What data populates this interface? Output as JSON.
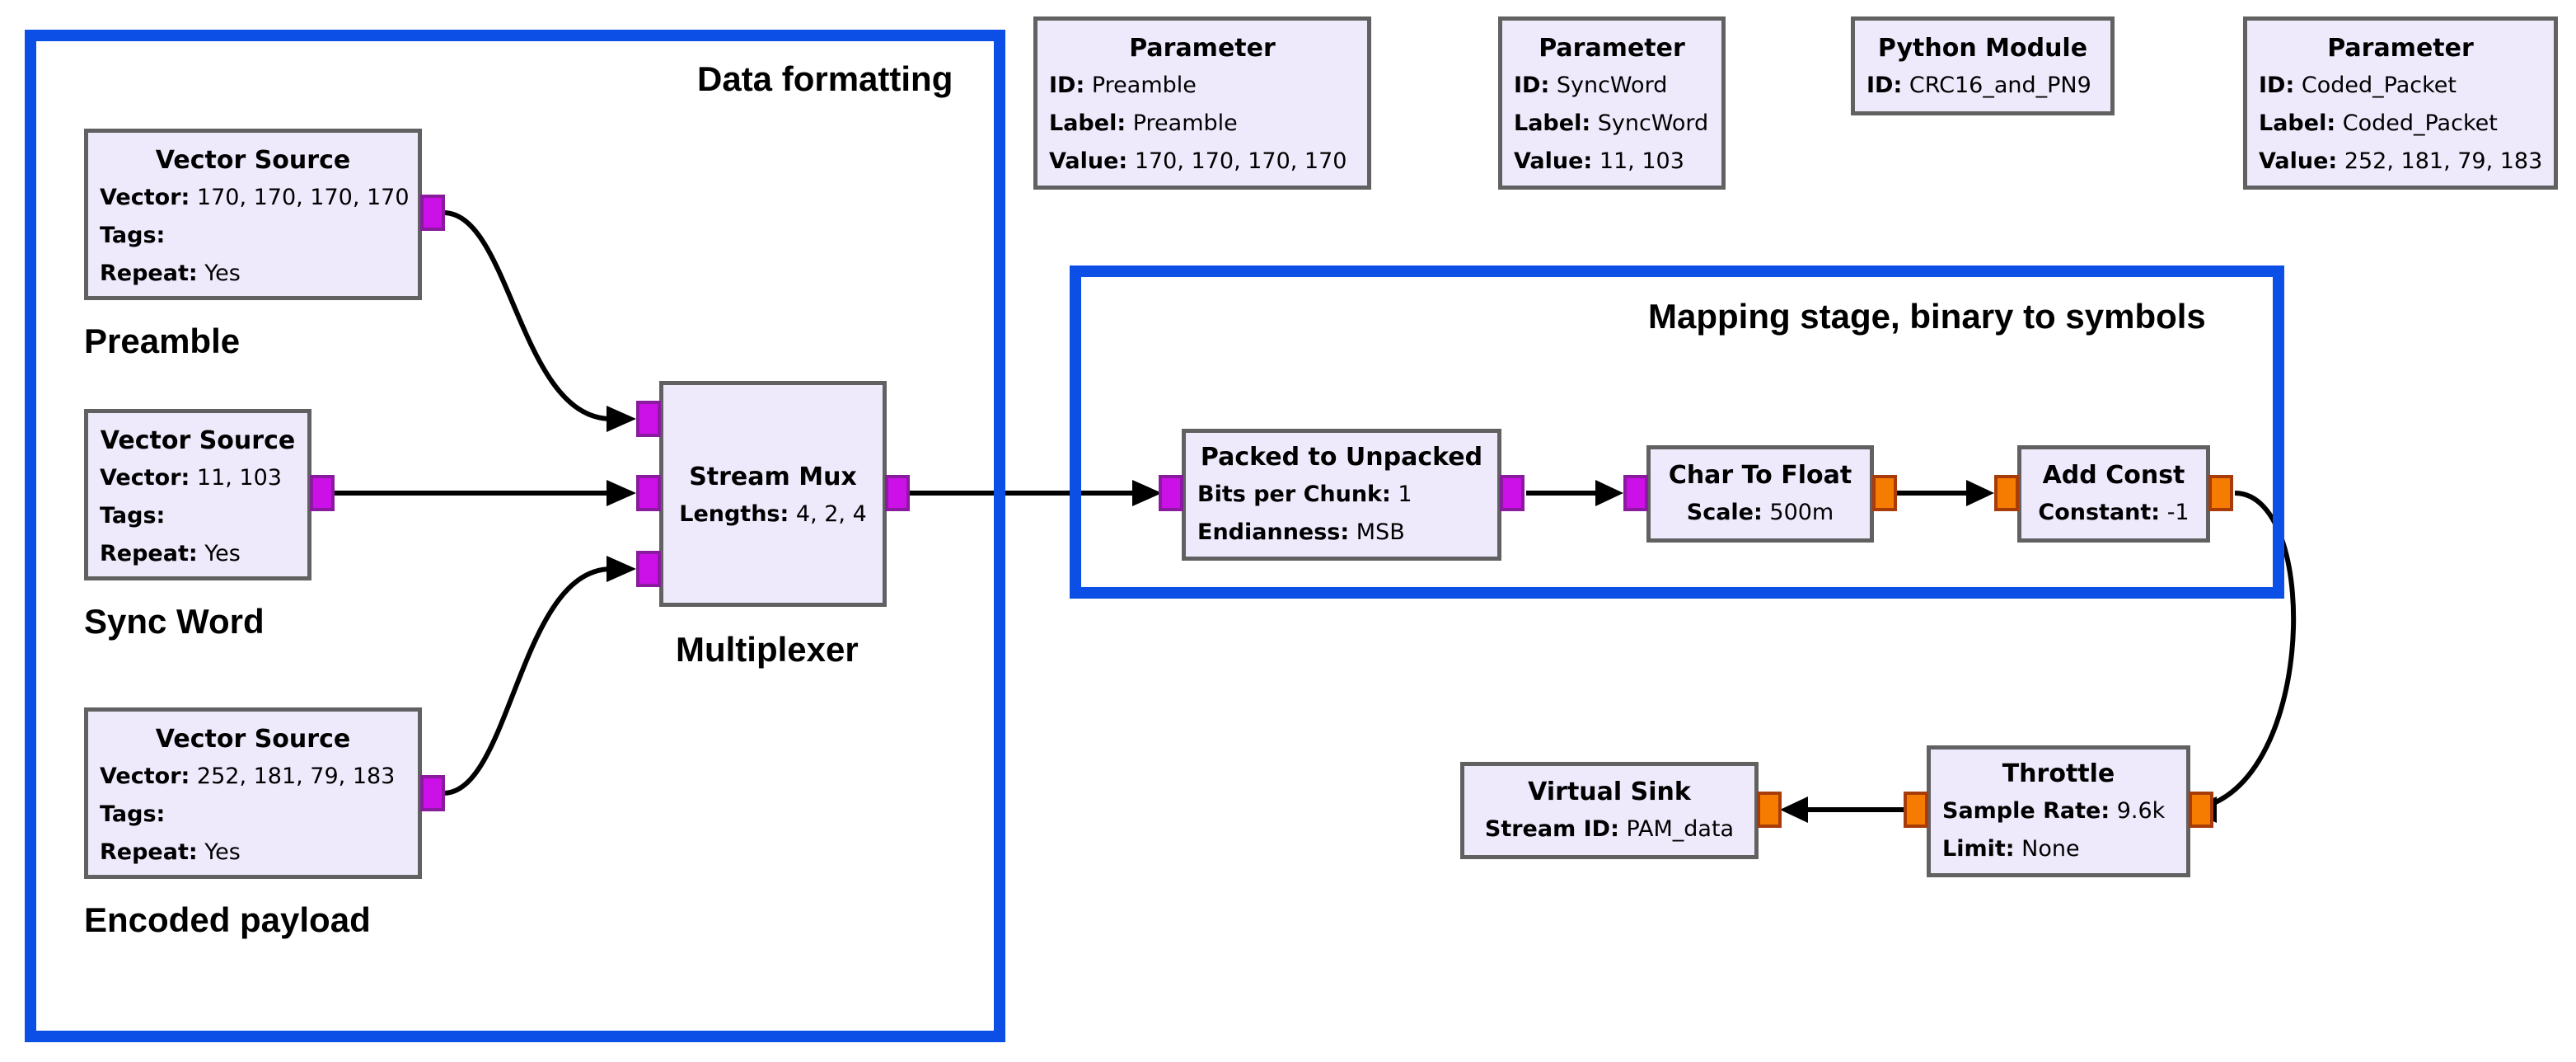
{
  "frames": {
    "data_formatting": "Data formatting",
    "mapping_stage": "Mapping stage, binary to symbols"
  },
  "parameters": [
    {
      "title": "Parameter",
      "id_key": "ID:",
      "id": "Preamble",
      "label_key": "Label:",
      "label": "Preamble",
      "value_key": "Value:",
      "value": "170, 170, 170, 170"
    },
    {
      "title": "Parameter",
      "id_key": "ID:",
      "id": "SyncWord",
      "label_key": "Label:",
      "label": "SyncWord",
      "value_key": "Value:",
      "value": "11, 103"
    },
    {
      "title": "Parameter",
      "id_key": "ID:",
      "id": "Coded_Packet",
      "label_key": "Label:",
      "label": "Coded_Packet",
      "value_key": "Value:",
      "value": "252, 181, 79, 183"
    }
  ],
  "python_module": {
    "title": "Python Module",
    "id_key": "ID:",
    "id": "CRC16_and_PN9"
  },
  "vector_sources": [
    {
      "title": "Vector Source",
      "vector_key": "Vector:",
      "vector": "170, 170, 170, 170",
      "tags_key": "Tags:",
      "tags": "",
      "repeat_key": "Repeat:",
      "repeat": "Yes",
      "caption": "Preamble"
    },
    {
      "title": "Vector Source",
      "vector_key": "Vector:",
      "vector": "11, 103",
      "tags_key": "Tags:",
      "tags": "",
      "repeat_key": "Repeat:",
      "repeat": "Yes",
      "caption": "Sync Word"
    },
    {
      "title": "Vector Source",
      "vector_key": "Vector:",
      "vector": "252, 181, 79, 183",
      "tags_key": "Tags:",
      "tags": "",
      "repeat_key": "Repeat:",
      "repeat": "Yes",
      "caption": "Encoded payload"
    }
  ],
  "stream_mux": {
    "title": "Stream Mux",
    "lengths_key": "Lengths:",
    "lengths": "4, 2, 4",
    "caption": "Multiplexer"
  },
  "packed_to_unpacked": {
    "title": "Packed to Unpacked",
    "bits_key": "Bits per Chunk:",
    "bits": "1",
    "endianness_key": "Endianness:",
    "endianness": "MSB"
  },
  "char_to_float": {
    "title": "Char To Float",
    "scale_key": "Scale:",
    "scale": "500m"
  },
  "add_const": {
    "title": "Add Const",
    "constant_key": "Constant:",
    "constant": "-1"
  },
  "throttle": {
    "title": "Throttle",
    "rate_key": "Sample Rate:",
    "rate": "9.6k",
    "limit_key": "Limit:",
    "limit": "None"
  },
  "virtual_sink": {
    "title": "Virtual Sink",
    "stream_key": "Stream ID:",
    "stream": "PAM_data"
  },
  "colors": {
    "frame": "#0b4fe6",
    "block_fill": "#eeeafc",
    "block_border": "#616161",
    "byte_port": "#cc10e8",
    "float_port": "#f57c00"
  }
}
